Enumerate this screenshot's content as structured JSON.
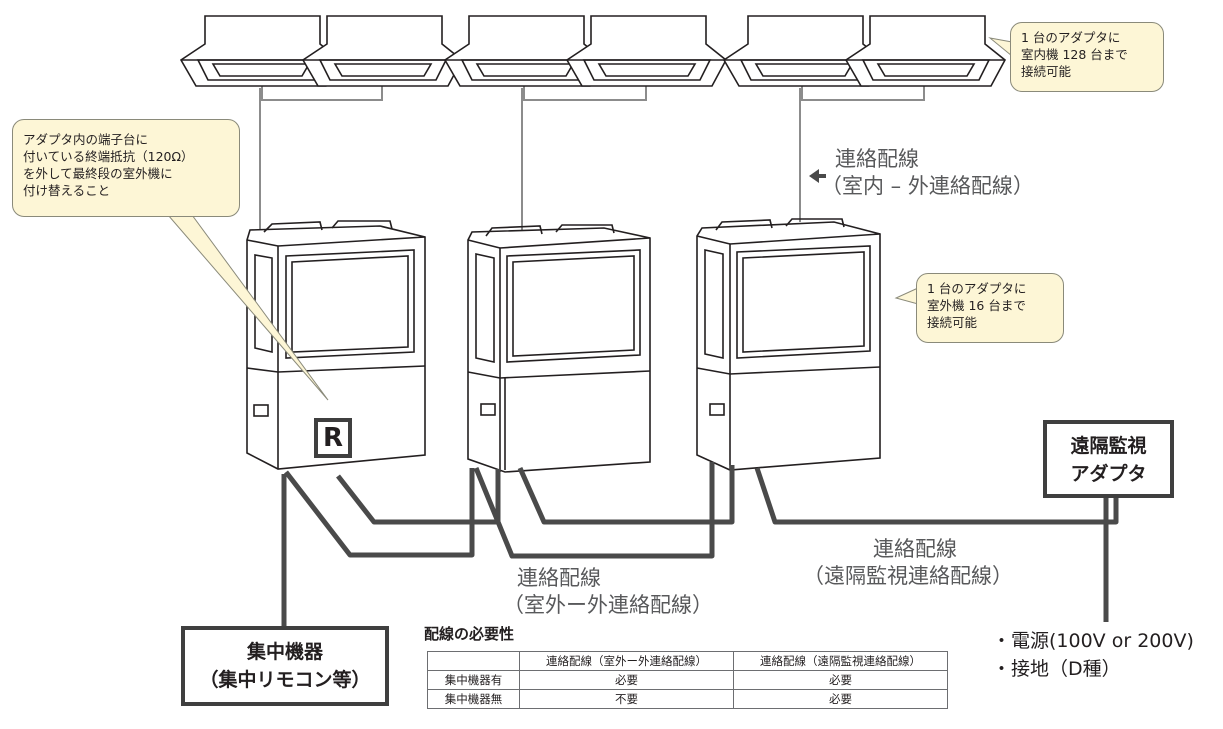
{
  "callouts": {
    "indoor_limit": [
      "1 台のアダプタに",
      "室内機 128 台まで",
      "接続可能"
    ],
    "outdoor_limit": [
      "1 台のアダプタに",
      "室外機 16 台まで",
      "接続可能"
    ],
    "terminator": [
      "アダプタ内の端子台に",
      "付いている終端抵抗（120Ω）",
      "を外して最終段の室外機に",
      "付け替えること"
    ]
  },
  "labels": {
    "indoor_outdoor_wiring": [
      "連絡配線",
      "（室内 – 外連絡配線）"
    ],
    "outdoor_outdoor_wiring": [
      "連絡配線",
      "（室外ー外連絡配線）"
    ],
    "remote_monitor_wiring": [
      "連絡配線",
      "（遠隔監視連絡配線）"
    ],
    "r_badge": "R"
  },
  "devices": {
    "central_controller": [
      "集中機器",
      "（集中リモコン等）"
    ],
    "remote_adapter": [
      "遠隔監視",
      "アダプタ"
    ]
  },
  "power_supply": [
    "・電源(100V or 200V)",
    "・接地（D種）"
  ],
  "requirements_table": {
    "title": "配線の必要性",
    "headers": [
      "",
      "連絡配線（室外ー外連絡配線）",
      "連絡配線（遠隔監視連絡配線）"
    ],
    "rows": [
      [
        "集中機器有",
        "必要",
        "必要"
      ],
      [
        "集中機器無",
        "不要",
        "必要"
      ]
    ]
  },
  "colors": {
    "thick_wire": "#4a4a4a",
    "thin_wire": "#8c8c8c",
    "callout_fill": "#fdf6d6",
    "outline": "#231f20"
  }
}
